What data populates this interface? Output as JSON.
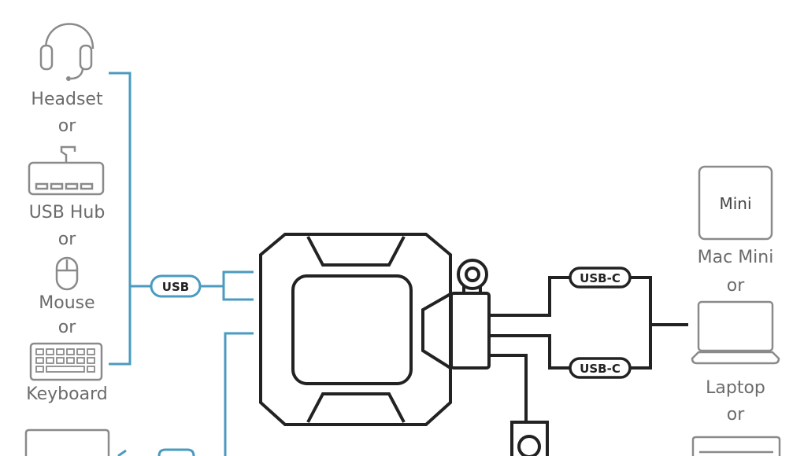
{
  "labels": {
    "headset": "Headset",
    "or1": "or",
    "usb_hub": "USB Hub",
    "or2": "or",
    "mouse": "Mouse",
    "or3": "or",
    "keyboard": "Keyboard",
    "mac_mini_icon": "Mini",
    "mac_mini": "Mac Mini",
    "or4": "or",
    "laptop": "Laptop",
    "or5": "or"
  },
  "badges": {
    "usb": "USB",
    "usbc_top": "USB-C",
    "usbc_bottom": "USB-C"
  },
  "colors": {
    "usb_line": "#4a9bbf",
    "device_outline": "#8a8a8a",
    "hub_outline": "#222222"
  }
}
